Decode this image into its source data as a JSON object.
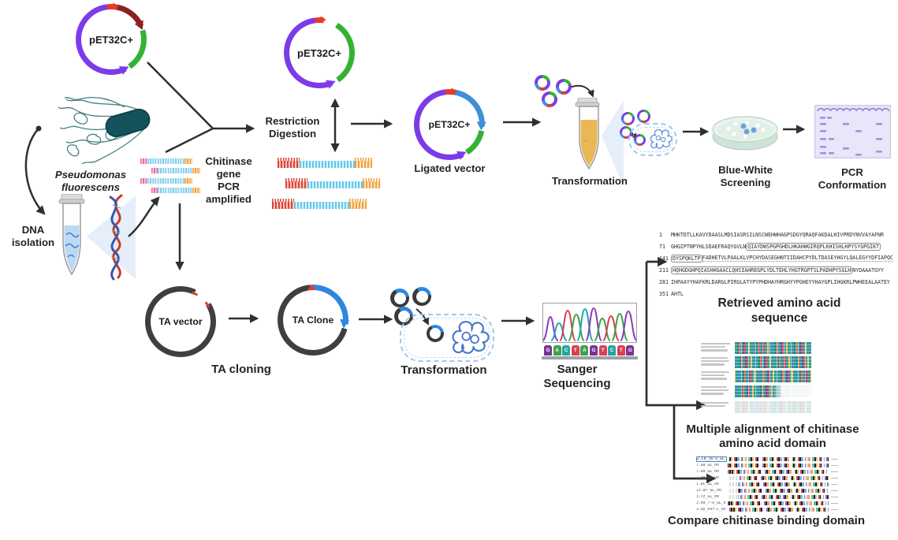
{
  "palette": {
    "purple": "#7d3be8",
    "maroon": "#8e2020",
    "green": "#35b234",
    "red": "#e23d28",
    "blue": "#3f8fd6",
    "gray_plasmid": "#3f3f3f",
    "arrow": "#2f2f2f",
    "amber_liquid": "#eab756",
    "dna_liquid": "#bcd9f4",
    "bacteria_teal": "#15535a",
    "gel_bg": "#eae6f9",
    "gel_band": "#a091dc",
    "dish_fill": "#e9f4ee",
    "colony_blue": "#6f9fd9",
    "base_g": "#7b3294",
    "base_a": "#3fa24a",
    "base_c": "#26a5a0",
    "base_t": "#d84050"
  },
  "nodes": {
    "plasmid_top": "pET32C+",
    "plasmid_digested": "pET32C+",
    "plasmid_ligated": "pET32C+",
    "ta_vector": "TA vector",
    "ta_clone": "TA Clone"
  },
  "labels": {
    "organism_l1": "Pseudomonas",
    "organism_l2": "fluorescens",
    "dna_isolation_l1": "DNA",
    "dna_isolation_l2": "isolation",
    "chitinase_l1": "Chitinase",
    "chitinase_l2": "gene",
    "chitinase_l3": "PCR",
    "chitinase_l4": "amplified",
    "restriction_l1": "Restriction",
    "restriction_l2": "Digestion",
    "ligated_vector": "Ligated vector",
    "transformation_top": "Transformation",
    "blue_white_l1": "Blue-White",
    "blue_white_l2": "Screening",
    "pcr_l1": "PCR",
    "pcr_l2": "Conformation",
    "ta_cloning": "TA cloning",
    "transformation_bottom": "Transformation",
    "sanger_l1": "Sanger",
    "sanger_l2": "Sequencing",
    "retrieved_l1": "Retrieved amino acid",
    "retrieved_l2": "sequence",
    "alignment_l1": "Multiple alignment of chitinase",
    "alignment_l2": "amino acid domain",
    "compare": "Compare chitinase binding domain"
  },
  "sanger": {
    "bases": [
      "G",
      "A",
      "C",
      "T",
      "A",
      "G",
      "T",
      "C",
      "T",
      "G"
    ]
  },
  "retrieved_sequence": {
    "rows": [
      {
        "num": "1",
        "seq": "MHKTDTLLKAVYDAASLMDSIASRSILNSCWEHWHAGPSDGYQRAQFAKDALHIVPRDYNVVAYAFNR"
      },
      {
        "num": "71",
        "pre": "GHGIPTNPYHLSDAEFRAQYGVLN",
        "boxed": "QIAYDWSPGPGHDLHKAHWGIRQPLKHISHLHPYSYGPGIKT"
      },
      {
        "num": "141",
        "boxed": "DYSPQKLTP",
        "mid": "FADHETVLPAALKLVPCHYDASEGHNTIIDAHCPYDLTDASEYHGYLQALEGYYDFIAPQC"
      },
      {
        "num": "211",
        "boxed": "HQHGDGHPQIASHHGAACLQHSIAHREGPLYDLTEHLYHGTRGPTSLPADHPYSGLH",
        "post": "NYDAAATGYY"
      },
      {
        "num": "281",
        "seq": "IHPAAYYHAFKRLDARGLPIRGLATYPYPHDHAYHRGHYYPGHEYYHAYGPLIHGKRLPWHEEALAATEY"
      },
      {
        "num": "351",
        "seq": "AHTL"
      }
    ]
  },
  "compare_panel": {
    "row_labels": [
      "2.Ca_j6-U_GL_00",
      "7.aa_GL_00",
      "7.ad_GL_00",
      "2.ae_GL_00",
      "1.ac_GL_00",
      "13.ar_GL_00",
      "3.cz_GL_00",
      "3.ed_7-U_GL_00",
      "3.ay_K9r-L_00"
    ]
  }
}
